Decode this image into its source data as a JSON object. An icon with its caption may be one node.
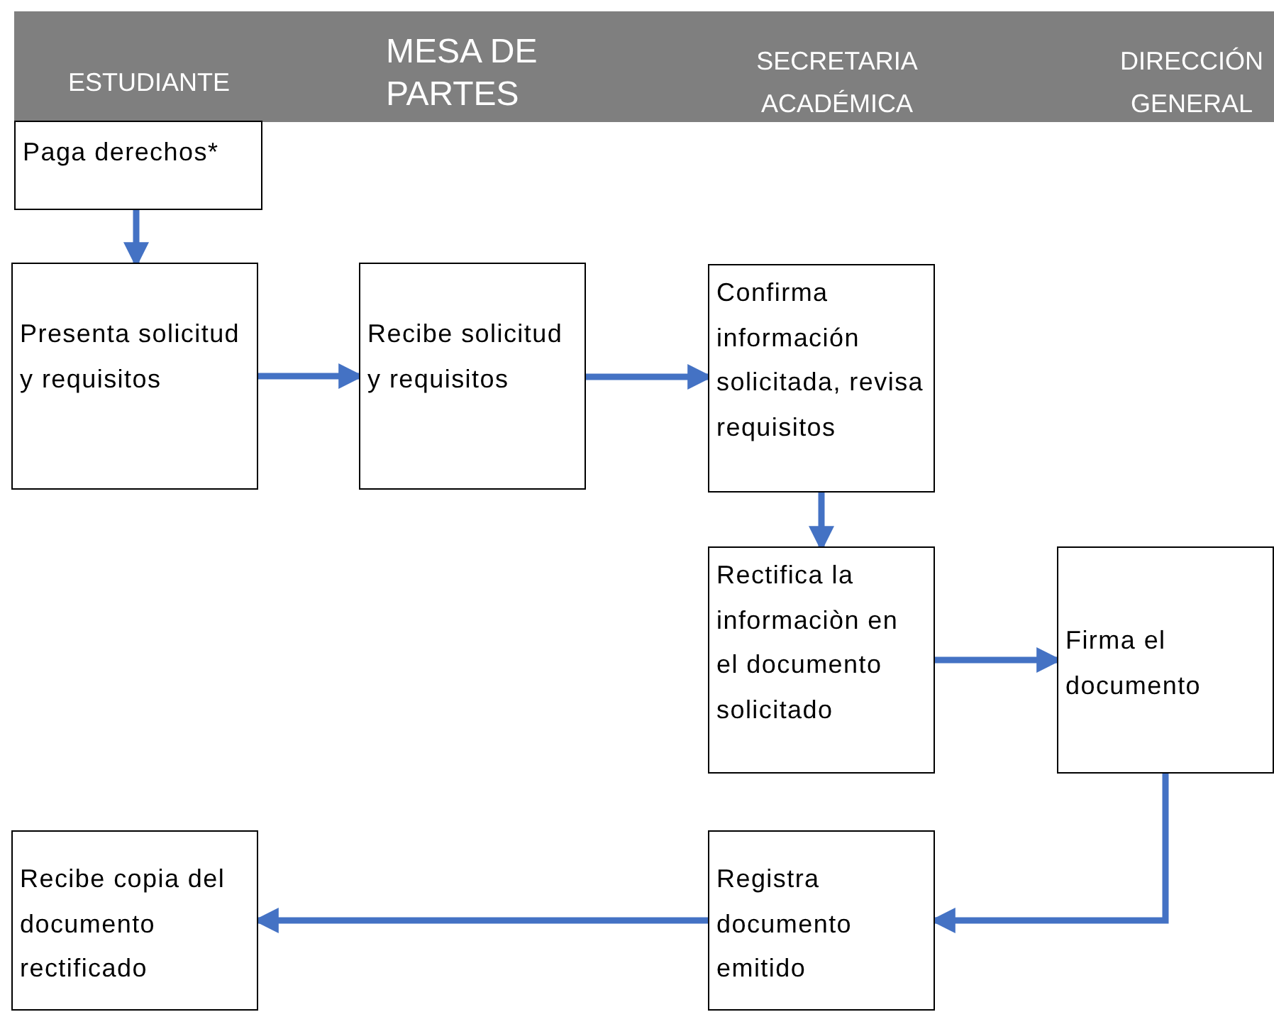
{
  "diagram": {
    "nodes": [
      {
        "text": [
          "Paga derechos*"
        ]
      },
      {
        "text": [
          "Presenta solicitud y requisitos"
        ]
      },
      {
        "text": [
          "Recibe solicitud y requisitos"
        ]
      },
      {
        "text": [
          "Confirma información solicitada, revisa requisitos"
        ]
      },
      {
        "text": [
          "Rectifica la informaciòn en el documento solicitado"
        ]
      },
      {
        "text": [
          "Firma el documento"
        ]
      },
      {
        "text": [
          "Registra documento emitido"
        ]
      },
      {
        "text": [
          "Recibe copia del documento rectificado"
        ]
      }
    ],
    "edges": [
      {
        "from": 0,
        "to": 1,
        "arrow": "to"
      },
      {
        "from": 1,
        "to": 2,
        "arrow": "to"
      },
      {
        "from": 2,
        "to": 3,
        "arrow": "to"
      },
      {
        "from": 3,
        "to": 4,
        "arrow": "to"
      },
      {
        "from": 4,
        "to": 5,
        "arrow": "to"
      },
      {
        "from": 5,
        "to": 6,
        "arrow": "to"
      },
      {
        "from": 6,
        "to": 7,
        "arrow": "to"
      }
    ],
    "labels": [
      "ESTUDIANTE",
      "MESA DE PARTES",
      "SECRETARIA ACADÉMICA",
      "DIRECCIÓN GENERAL"
    ]
  }
}
